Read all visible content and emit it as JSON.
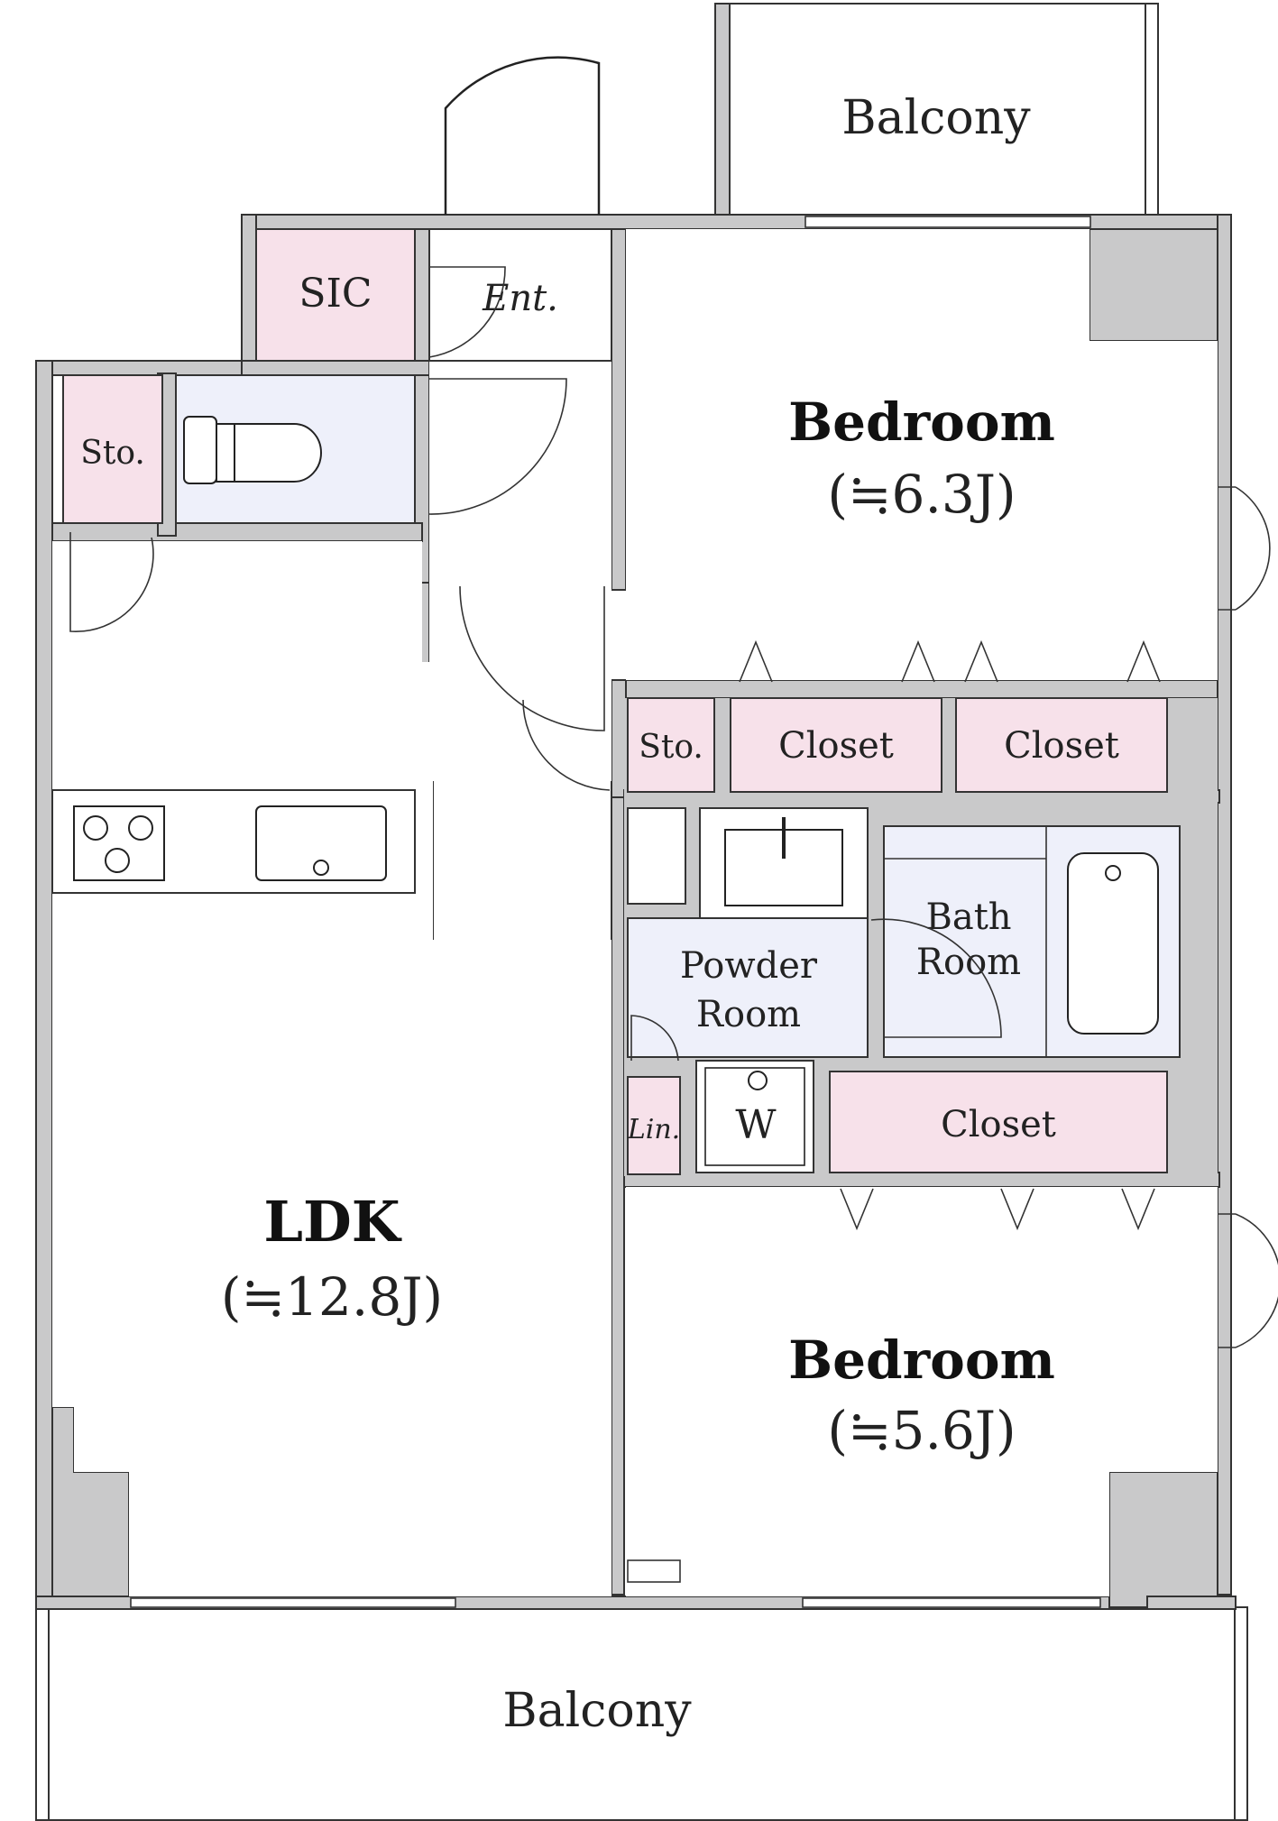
{
  "colors": {
    "wall": "#c9c9ca",
    "storage": "#f7e1ea",
    "wet_area": "#eef0fa",
    "floor": "#ffffff",
    "line": "#222222"
  },
  "rooms": {
    "balcony_top": "Balcony",
    "balcony_bottom": "Balcony",
    "sic": "SIC",
    "entrance": "Ent.",
    "storage_left": "Sto.",
    "storage_mid": "Sto.",
    "bedroom1_name": "Bedroom",
    "bedroom1_size": "(≒6.3J)",
    "closet1": "Closet",
    "closet2": "Closet",
    "closet3": "Closet",
    "powder_line1": "Powder",
    "powder_line2": "Room",
    "bath_line1": "Bath",
    "bath_line2": "Room",
    "linen": "Lin.",
    "washer": "W",
    "ldk_name": "LDK",
    "ldk_size": "(≒12.8J)",
    "bedroom2_name": "Bedroom",
    "bedroom2_size": "(≒5.6J)"
  },
  "icons": {
    "toilet": "toilet-icon",
    "stove": "stove-icon",
    "sink": "kitchen-sink-icon",
    "washbasin": "washbasin-icon",
    "bathtub": "bathtub-icon",
    "washer": "washer-icon"
  }
}
